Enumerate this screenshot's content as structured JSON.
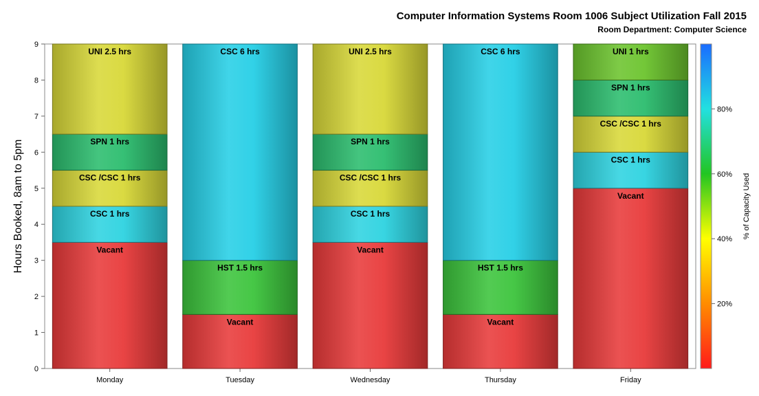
{
  "chart_data": {
    "type": "bar",
    "stacked": true,
    "title": "Computer Information Systems Room 1006 Subject Utilization Fall 2015",
    "subtitle": "Room Department:  Computer Science",
    "ylabel": "Hours Booked, 8am to 5pm",
    "xlabel": "",
    "ylim": [
      0,
      9
    ],
    "yticks": [
      "0",
      "1",
      "2",
      "3",
      "4",
      "5",
      "6",
      "7",
      "8",
      "9"
    ],
    "categories": [
      "Monday",
      "Tuesday",
      "Wednesday",
      "Thursday",
      "Friday"
    ],
    "stacks": [
      {
        "day": "Monday",
        "segments": [
          {
            "label": "Vacant",
            "value": 3.5,
            "color": "#e83a3a"
          },
          {
            "label": "CSC 1 hrs",
            "value": 1,
            "color": "#2ed3e0"
          },
          {
            "label": "CSC /CSC 1 hrs",
            "value": 1,
            "color": "#d8d838"
          },
          {
            "label": "SPN 1 hrs",
            "value": 1,
            "color": "#2bbd6e"
          },
          {
            "label": "UNI 2.5 hrs",
            "value": 2.5,
            "color": "#d8d838"
          }
        ]
      },
      {
        "day": "Tuesday",
        "segments": [
          {
            "label": "Vacant",
            "value": 1.5,
            "color": "#e83a3a"
          },
          {
            "label": "HST 1.5 hrs",
            "value": 1.5,
            "color": "#3cc43c"
          },
          {
            "label": "CSC 6 hrs",
            "value": 6,
            "color": "#26cfe6"
          }
        ]
      },
      {
        "day": "Wednesday",
        "segments": [
          {
            "label": "Vacant",
            "value": 3.5,
            "color": "#e83a3a"
          },
          {
            "label": "CSC 1 hrs",
            "value": 1,
            "color": "#2ed3e0"
          },
          {
            "label": "CSC /CSC 1 hrs",
            "value": 1,
            "color": "#d8d838"
          },
          {
            "label": "SPN 1 hrs",
            "value": 1,
            "color": "#2bbd6e"
          },
          {
            "label": "UNI 2.5 hrs",
            "value": 2.5,
            "color": "#d8d838"
          }
        ]
      },
      {
        "day": "Thursday",
        "segments": [
          {
            "label": "Vacant",
            "value": 1.5,
            "color": "#e83a3a"
          },
          {
            "label": "HST 1.5 hrs",
            "value": 1.5,
            "color": "#3cc43c"
          },
          {
            "label": "CSC 6 hrs",
            "value": 6,
            "color": "#26cfe6"
          }
        ]
      },
      {
        "day": "Friday",
        "segments": [
          {
            "label": "Vacant",
            "value": 5,
            "color": "#e83a3a"
          },
          {
            "label": "CSC 1 hrs",
            "value": 1,
            "color": "#2ed3e0"
          },
          {
            "label": "CSC /CSC 1 hrs",
            "value": 1,
            "color": "#d8d838"
          },
          {
            "label": "SPN 1 hrs",
            "value": 1,
            "color": "#2bbd6e"
          },
          {
            "label": "UNI 1 hrs",
            "value": 1,
            "color": "#6cc42e"
          }
        ]
      }
    ],
    "colorbar": {
      "label": "% of Capacity Used",
      "ticks": [
        "20%",
        "40%",
        "60%",
        "80%"
      ],
      "tick_values": [
        20,
        40,
        60,
        80
      ],
      "range": [
        0,
        100
      ],
      "colors": [
        "#ff1a1a",
        "#ff8c00",
        "#ffff00",
        "#22c522",
        "#22e0e0",
        "#1a6cff"
      ]
    }
  }
}
